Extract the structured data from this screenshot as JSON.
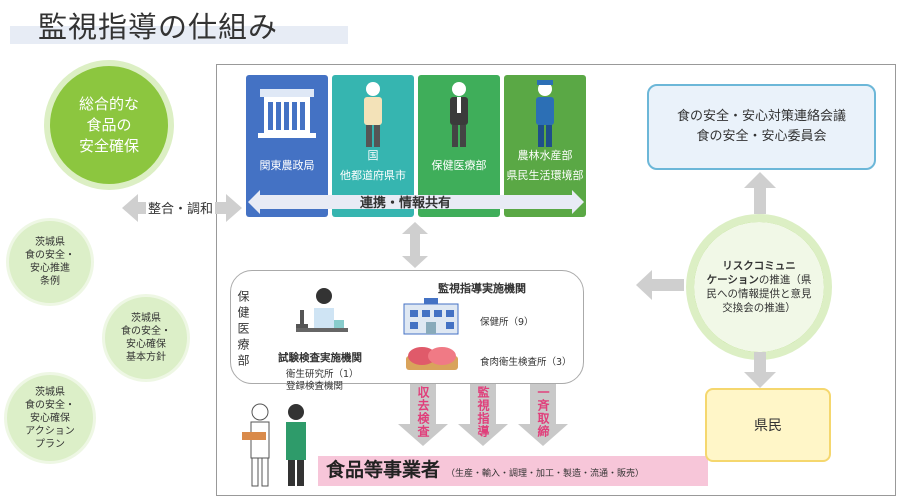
{
  "title": "監視指導の仕組み",
  "main_circle": {
    "lines": [
      "総合的な",
      "食品の",
      "安全確保"
    ]
  },
  "small_circles": [
    {
      "lines": [
        "茨城県",
        "食の安全・",
        "安心推進",
        "条例"
      ]
    },
    {
      "lines": [
        "茨城県",
        "食の安全・",
        "安心確保",
        "基本方針"
      ]
    },
    {
      "lines": [
        "茨城県",
        "食の安全・",
        "安心確保",
        "アクション",
        "プラン"
      ]
    }
  ],
  "seigou_label": "整合・調和",
  "orgs": [
    {
      "lines": [
        "関東農政局"
      ],
      "color": "#4472c4"
    },
    {
      "lines": [
        "国",
        "他都道府県市"
      ],
      "color": "#36b5b0"
    },
    {
      "lines": [
        "保健医療部"
      ],
      "color": "#3fae5a"
    },
    {
      "lines": [
        "農林水産部",
        "県民生活環境部"
      ],
      "color": "#5aa845"
    }
  ],
  "renkei_label": "連携・情報共有",
  "hokenbu_label": "保健医療部",
  "kanshi": {
    "title": "監視指導実施機関",
    "hokenjo": "保健所（9）",
    "shokuniku": "食肉衛生検査所（3）"
  },
  "shiken": {
    "title": "試験検査実施機関",
    "line1": "衛生研究所（1）",
    "line2": "登録検査機関"
  },
  "down_arrows": [
    "収去検査",
    "監視指導",
    "一斉取締"
  ],
  "business": {
    "main": "食品等事業者",
    "sub": "（生産・輸入・調理・加工・製造・流通・販売）"
  },
  "council": {
    "lines": [
      "食の安全・安心対策連絡会議",
      "食の安全・安心委員会"
    ]
  },
  "risk": {
    "bold": "リスクコミュニ",
    "bold2": "ケーション",
    "rest": "の推進（県民への情報提供と意見交換会の推進）"
  },
  "kenmin": "県民",
  "colors": {
    "green": "#8cc63f",
    "pink": "#e03f7b",
    "blue": "#4472c4"
  }
}
